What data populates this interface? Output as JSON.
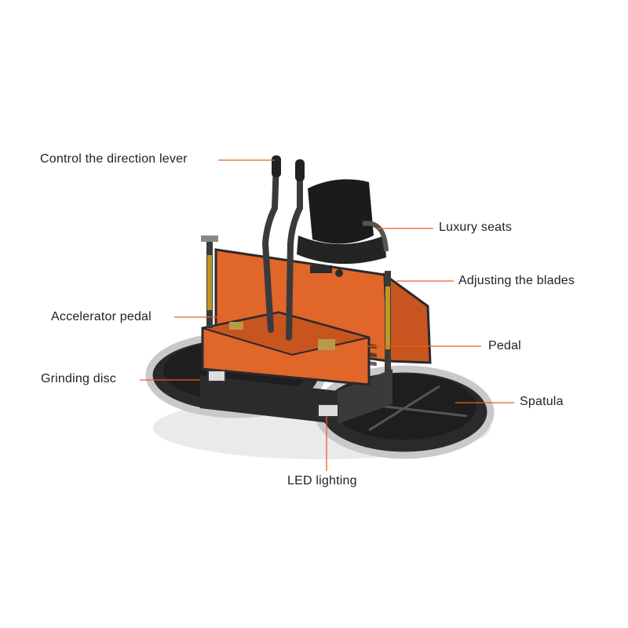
{
  "colors": {
    "accent": "#e8621e",
    "machine_orange": "#e0662a",
    "frame_dark": "#333333",
    "ring_silver": "#c9c9c9",
    "text": "#222222",
    "leader": "#e8621e"
  },
  "callouts": {
    "direction_lever": "Control the direction lever",
    "luxury_seats": "Luxury seats",
    "adjusting_blades": "Adjusting the blades",
    "accelerator_pedal": "Accelerator pedal",
    "pedal": "Pedal",
    "grinding_disc": "Grinding disc",
    "spatula": "Spatula",
    "led_lighting": "LED lighting"
  }
}
